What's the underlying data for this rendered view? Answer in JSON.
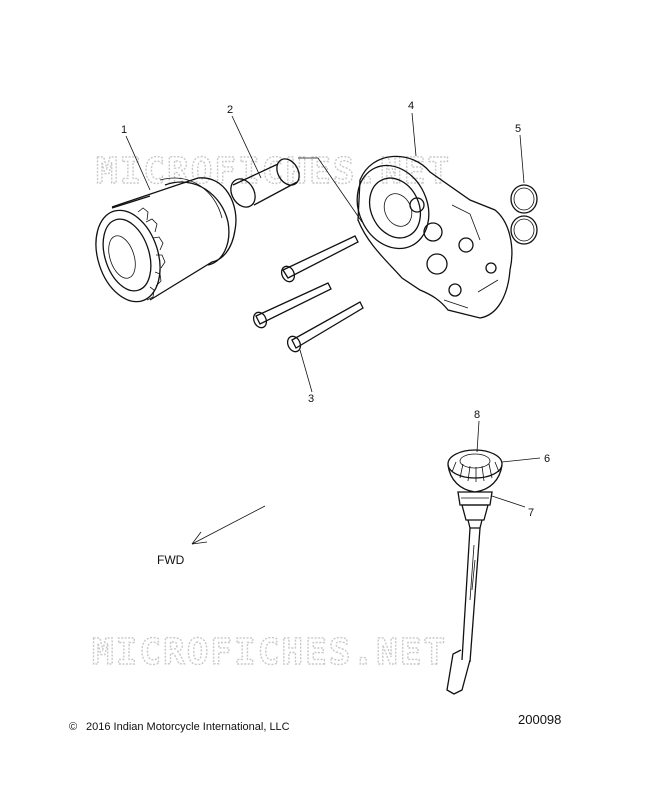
{
  "watermark": "MICROFICHES.NET",
  "callouts": [
    "1",
    "2",
    "3",
    "4",
    "5",
    "6",
    "7",
    "8"
  ],
  "direction_label": "FWD",
  "copyright_symbol": "©",
  "copyright": "2016 Indian Motorcycle International, LLC",
  "reference_number": "200098"
}
